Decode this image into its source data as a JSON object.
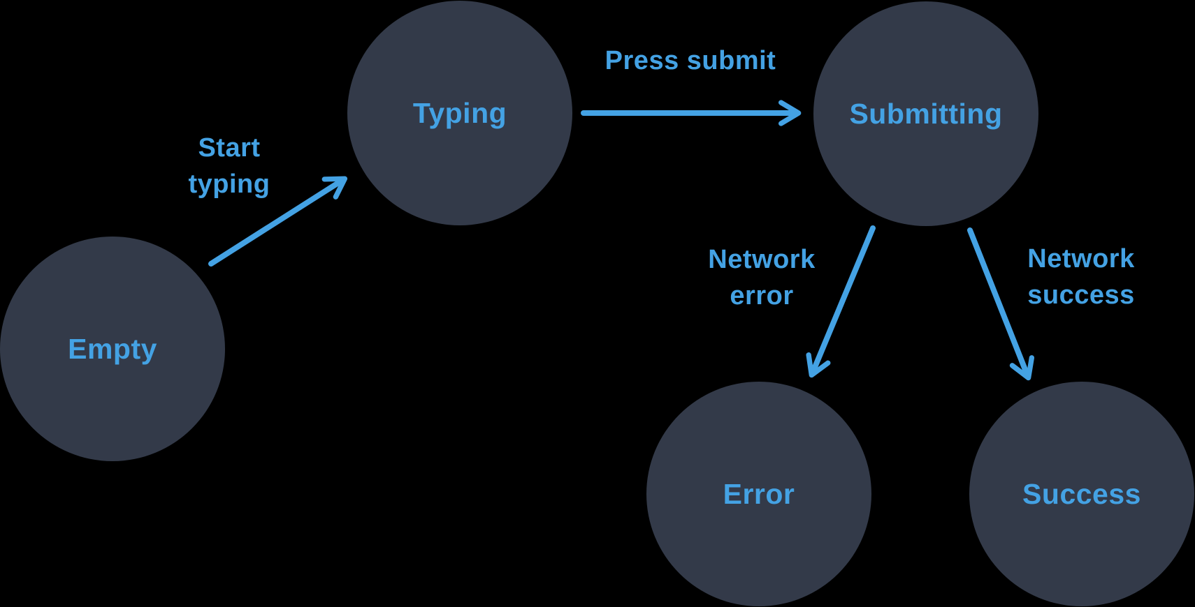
{
  "colors": {
    "background": "#000000",
    "node_fill": "#333a49",
    "accent": "#44a2e4"
  },
  "diagram": {
    "type": "state-machine",
    "node_shape": "circle"
  },
  "states": [
    {
      "id": "empty",
      "label": "Empty"
    },
    {
      "id": "typing",
      "label": "Typing"
    },
    {
      "id": "submitting",
      "label": "Submitting"
    },
    {
      "id": "error",
      "label": "Error"
    },
    {
      "id": "success",
      "label": "Success"
    }
  ],
  "transitions": [
    {
      "from": "Empty",
      "to": "Typing",
      "label": "Start typing",
      "lines": [
        "Start",
        "typing"
      ]
    },
    {
      "from": "Typing",
      "to": "Submitting",
      "label": "Press submit",
      "lines": [
        "Press submit"
      ]
    },
    {
      "from": "Submitting",
      "to": "Error",
      "label": "Network error",
      "lines": [
        "Network",
        "error"
      ]
    },
    {
      "from": "Submitting",
      "to": "Success",
      "label": "Network success",
      "lines": [
        "Network",
        "success"
      ]
    }
  ]
}
